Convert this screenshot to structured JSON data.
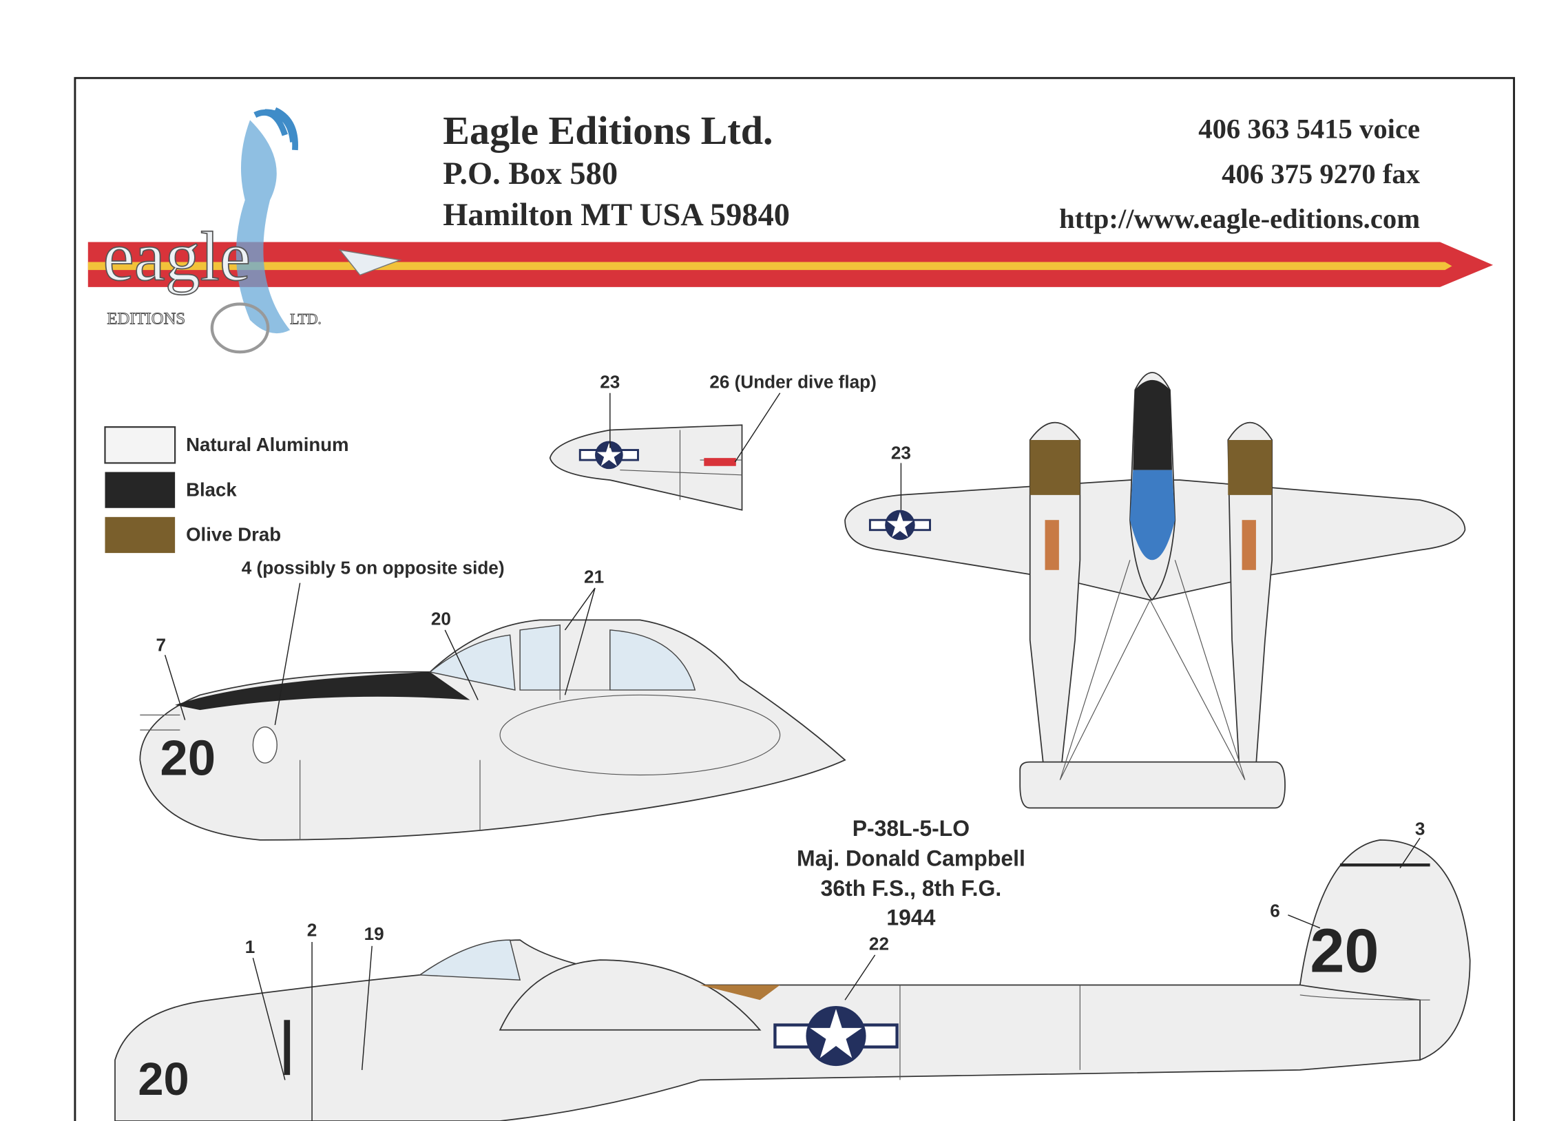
{
  "company": {
    "name": "Eagle Editions Ltd.",
    "address_line1": "P.O. Box 580",
    "address_line2": "Hamilton MT USA  59840",
    "phone": "406 363 5415 voice",
    "fax": "406 375 9270 fax",
    "website": "http://www.eagle-editions.com",
    "logo_text": "eagle",
    "logo_sub_left": "EDITIONS",
    "logo_sub_right": "LTD."
  },
  "colors": {
    "stripe_red": "#d8333a",
    "stripe_yellow": "#f2c23a",
    "natural_aluminum": "#f4f4f4",
    "black": "#262626",
    "olive_drab": "#7a5f2c",
    "insignia_blue": "#23305e"
  },
  "legend": [
    {
      "label": "Natural Aluminum",
      "color": "#f4f4f4"
    },
    {
      "label": "Black",
      "color": "#262626"
    },
    {
      "label": "Olive Drab",
      "color": "#7a5f2c"
    }
  ],
  "callouts": {
    "wing_insignia": "23",
    "dive_flap": "26 (Under dive flap)",
    "plan_insignia": "23",
    "nose_art": "4 (possibly 5 on opposite side)",
    "canopy": "21",
    "stencil": "20",
    "gun_marking": "7",
    "tail_stripe": "3",
    "tail_number": "6",
    "nose_1": "1",
    "nose_2": "2",
    "stencil_19": "19",
    "fuselage_insignia": "22"
  },
  "aircraft": {
    "type": "P-38L-5-LO",
    "pilot": "Maj. Donald Campbell",
    "unit": "36th F.S., 8th  F.G.",
    "year": "1944",
    "code_number": "20"
  }
}
